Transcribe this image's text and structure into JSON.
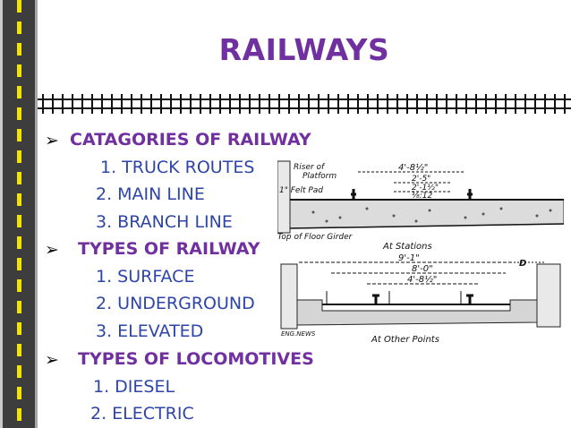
{
  "slide": {
    "title": "RAILWAYS",
    "sections": [
      {
        "heading": "CATAGORIES OF RAILWAY",
        "items": [
          "1. TRUCK ROUTES",
          "2. MAIN LINE",
          "3. BRANCH LINE"
        ]
      },
      {
        "heading": "TYPES OF RAILWAY",
        "items": [
          "1. SURFACE",
          "2. UNDERGROUND",
          "3. ELEVATED"
        ]
      },
      {
        "heading": "TYPES OF LOCOMOTIVES",
        "items": [
          "1. DIESEL",
          "2. ELECTRIC"
        ]
      }
    ],
    "bullet_icon": "arrow-bullet-icon",
    "colors": {
      "title": "#7030a0",
      "heading": "#7030a0",
      "item": "#2e45a8",
      "road": "#3d3d3d",
      "road_marking": "#f3e400"
    }
  },
  "figure": {
    "top": {
      "labels": [
        "Riser of",
        "Platform",
        "1\" Felt Pad",
        "4'-8½\"",
        "2'-5\"",
        "2'-1½\"",
        "⅜:12",
        "Top of Floor Girder"
      ],
      "caption": "At Stations"
    },
    "bottom": {
      "labels": [
        "9'-1\"",
        "8'-0\"",
        "4'-8½\"",
        "D",
        "ENG.NEWS"
      ],
      "caption": "At Other Points"
    }
  }
}
